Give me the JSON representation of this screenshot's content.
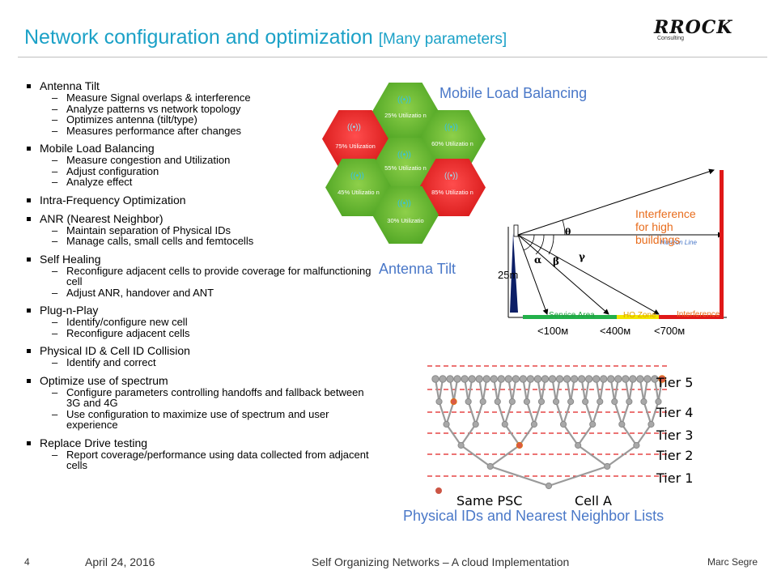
{
  "title": {
    "main": "Network configuration and optimization",
    "sub": "[Many parameters]"
  },
  "logo": {
    "text": "RROCK",
    "sub": "Consulting"
  },
  "bullets": [
    {
      "label": "Antenna  Tilt",
      "subs": [
        "Measure Signal overlaps & interference",
        "Analyze patterns vs network topology",
        "Optimizes antenna (tilt/type)",
        "Measures performance after changes"
      ]
    },
    {
      "label": "Mobile  Load  Balancing",
      "subs": [
        "Measure congestion and Utilization",
        "Adjust configuration",
        "Analyze effect"
      ]
    },
    {
      "label": "Intra-Frequency  Optimization",
      "subs": []
    },
    {
      "label": "ANR  (Nearest  Neighbor)",
      "subs": [
        "Maintain separation of Physical IDs",
        "Manage calls, small cells and femtocells"
      ]
    },
    {
      "label": "Self  Healing",
      "subs": [
        "Reconfigure adjacent cells to provide coverage for malfunctioning cell",
        "Adjust ANR, handover and ANT"
      ]
    },
    {
      "label": "Plug-n-Play",
      "subs": [
        "Identify/configure new cell",
        "Reconfigure adjacent cells"
      ]
    },
    {
      "label": "Physical ID & Cell ID Collision",
      "subs": [
        "Identify and correct"
      ]
    },
    {
      "label": "Optimize  use  of spectrum",
      "subs": [
        "Configure parameters controlling handoffs and fallback between 3G and 4G",
        "Use configuration to maximize use of spectrum and user experience"
      ]
    },
    {
      "label": "Replace  Drive  testing",
      "subs": [
        "Report coverage/performance using data collected from adjacent cells"
      ]
    }
  ],
  "hexes": [
    {
      "util": "25% Utilizatio n",
      "color": "#3f9a1a"
    },
    {
      "util": "75% Utilization",
      "color": "#cf0e0e"
    },
    {
      "util": "60% Utilizatio n",
      "color": "#3f9a1a"
    },
    {
      "util": "55% Utilizatio n",
      "color": "#3f9a1a"
    },
    {
      "util": "45% Utilizatio n",
      "color": "#3f9a1a"
    },
    {
      "util": "85% Utilizatio n",
      "color": "#cf0e0e"
    },
    {
      "util": "30% Utilizatio",
      "color": "#3f9a1a"
    }
  ],
  "labels": {
    "mobile_load_balancing": "Mobile  Load  Balancing",
    "antenna_tilt": "Antenna  Tilt",
    "interference_high": "Interference for high buildings",
    "horizon_line": "Horizon Line",
    "height": "25m",
    "service_area": "Service Area",
    "ho_zone": "HO Zone",
    "interference": "Interference",
    "dist_100": "<100м",
    "dist_400": "<400м",
    "dist_700": "<700м",
    "theta": "θ",
    "alpha": "α",
    "beta": "β",
    "gamma": "γ"
  },
  "tree": {
    "tiers": [
      "Tier 5",
      "Tier 4",
      "Tier 3",
      "Tier 2",
      "Tier 1"
    ],
    "same_psc": "Same PSC",
    "cell_a": "Cell A",
    "caption": "Physical IDs and Nearest Neighbor Lists"
  },
  "footer": {
    "page": "4",
    "date": "April 24, 2016",
    "center": "Self Organizing Networks – A cloud Implementation",
    "author": "Marc Segre"
  }
}
